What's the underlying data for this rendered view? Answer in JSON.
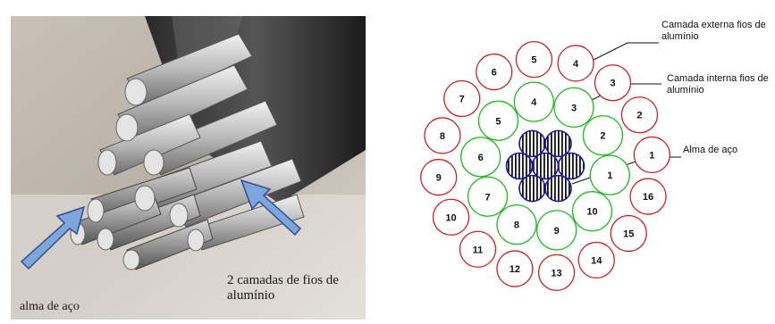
{
  "photo": {
    "steel_core_label": "alma de aço",
    "aluminum_layers_label": "2 camadas de fios de alumínio"
  },
  "callouts": {
    "outer_layer": "Camada externa fios de alumínio",
    "inner_layer": "Camada interna fios de alumínio",
    "steel_core": "Alma de aço"
  },
  "outer_wires": [
    "1",
    "2",
    "3",
    "4",
    "5",
    "6",
    "7",
    "8",
    "9",
    "10",
    "11",
    "12",
    "13",
    "14",
    "15",
    "16"
  ],
  "inner_wires": [
    "1",
    "2",
    "3",
    "4",
    "5",
    "6",
    "7",
    "8",
    "9",
    "10"
  ],
  "core_wire_count": 7,
  "colors": {
    "outer_ring": "#cc2222",
    "inner_ring": "#22bb22",
    "core_ring": "#1a1aa0",
    "arrow": "#7fa6dc"
  }
}
